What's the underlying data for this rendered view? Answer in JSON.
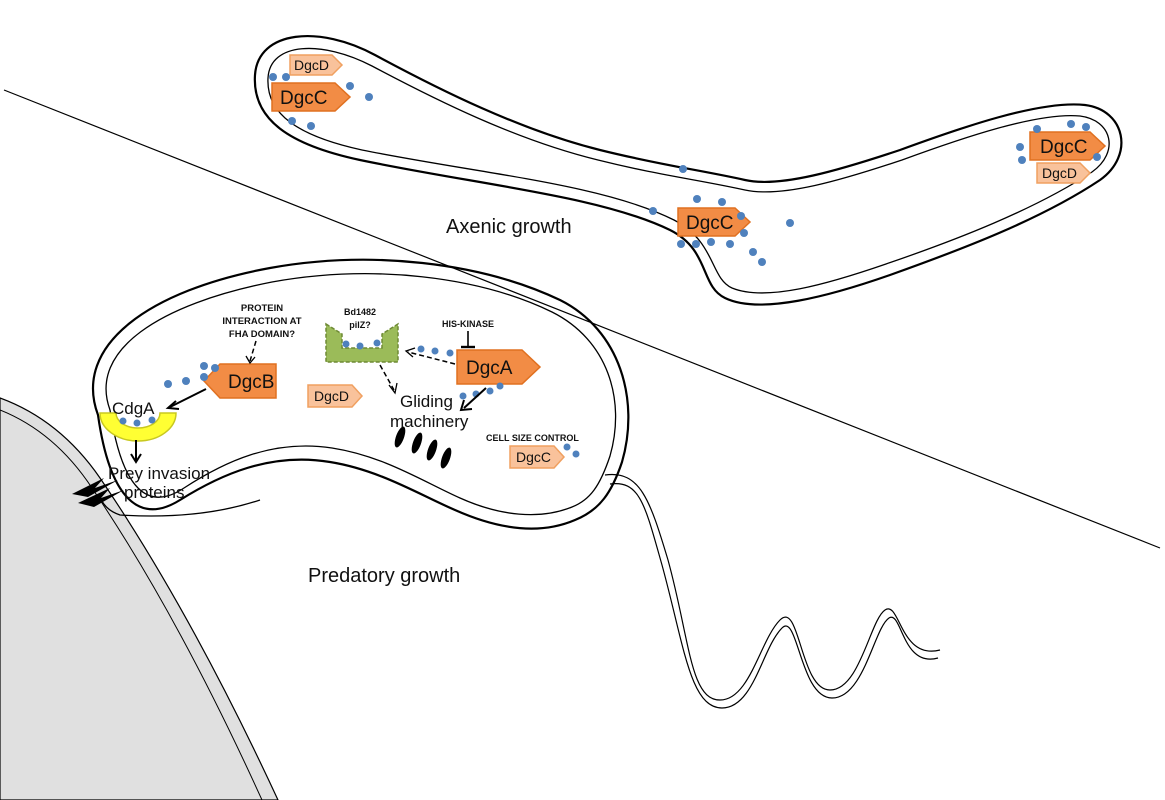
{
  "labels": {
    "axenic": "Axenic growth",
    "predatory": "Predatory growth",
    "protein_line1": "PROTEIN",
    "protein_line2": "INTERACTION AT",
    "protein_line3": "FHA DOMAIN?",
    "bd_line1": "Bd1482",
    "bd_line2": "pilZ?",
    "his_kinase": "HIS-KINASE",
    "gliding_line1": "Gliding",
    "gliding_line2": "machinery",
    "cell_size": "CELL SIZE CONTROL",
    "cdga": "CdgA",
    "prey_line1": "Prey invasion",
    "prey_line2": "proteins"
  },
  "genes": {
    "dgcd": "DgcD",
    "dgcc": "DgcC",
    "dgcb": "DgcB",
    "dgca": "DgcA"
  },
  "colors": {
    "gene_strong": "#f28c45",
    "gene_strong_stroke": "#e07020",
    "gene_light": "#f9c29b",
    "gene_light_stroke": "#f0a060",
    "dot": "#4f81bd",
    "cdga_fill": "#ffff33",
    "cdga_stroke": "#c8c820",
    "pilz_fill": "#9bbb59",
    "pilz_stroke": "#6e8a35",
    "prey_fill": "#e0e0e0"
  }
}
